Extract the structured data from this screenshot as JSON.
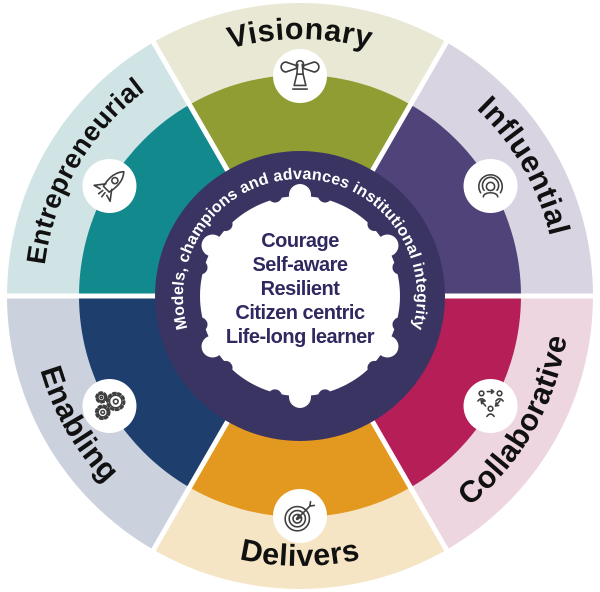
{
  "wheel": {
    "ring_message": "Models, champions and advances institutional integrity",
    "center_values": [
      "Courage",
      "Self-aware",
      "Resilient",
      "Citizen centric",
      "Life-long learner"
    ],
    "segments": [
      {
        "label": "Visionary",
        "icon": "beacon-icon",
        "mid_angle": 0,
        "outer_color": "#e9e8d5",
        "inner_color": "#909d33"
      },
      {
        "label": "Influential",
        "icon": "broadcast-person-icon",
        "mid_angle": 60,
        "outer_color": "#d8d4e2",
        "inner_color": "#4f4379"
      },
      {
        "label": "Collaborative",
        "icon": "people-exchange-icon",
        "mid_angle": 120,
        "outer_color": "#eed6e1",
        "inner_color": "#b61e58"
      },
      {
        "label": "Delivers",
        "icon": "target-arrow-icon",
        "mid_angle": 180,
        "outer_color": "#f6e5c5",
        "inner_color": "#e3981f"
      },
      {
        "label": "Enabling",
        "icon": "gears-icon",
        "mid_angle": 240,
        "outer_color": "#cbd2dd",
        "inner_color": "#1e3e6d"
      },
      {
        "label": "Entrepreneurial",
        "icon": "rocket-icon",
        "mid_angle": 300,
        "outer_color": "#d1e4e5",
        "inner_color": "#12898c"
      }
    ],
    "colors": {
      "page_bg": "#ffffff",
      "ring_bg": "#3a3462",
      "ring_text": "#ffffff",
      "center_bg": "#ffffff",
      "center_text": "#2f2960",
      "label_text": "#111111",
      "divider": "#ffffff",
      "icon_stroke": "#3f3f3f",
      "icon_circle_bg": "#ffffff"
    }
  }
}
